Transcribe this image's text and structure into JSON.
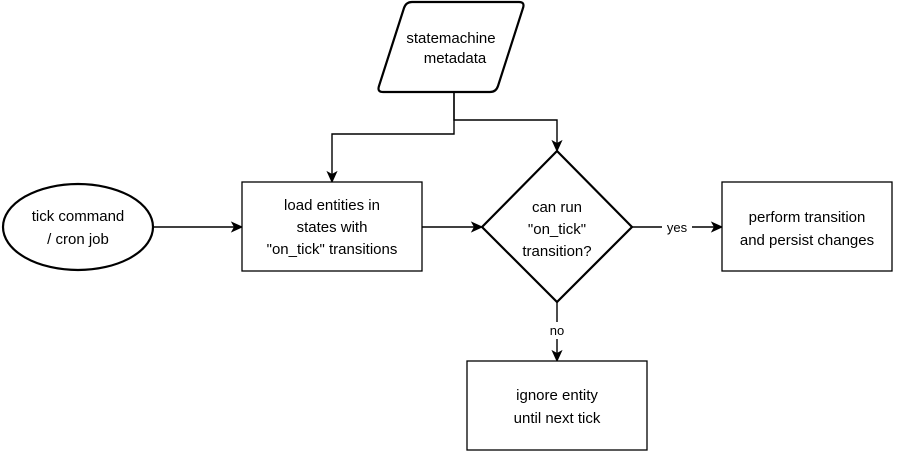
{
  "nodes": {
    "metadata": {
      "line1": "statemachine",
      "line2": "metadata"
    },
    "tick": {
      "line1": "tick command",
      "line2": "/ cron job"
    },
    "load": {
      "line1": "load entities in",
      "line2": "states with",
      "line3": "\"on_tick\" transitions"
    },
    "decision": {
      "line1": "can run",
      "line2": "\"on_tick\"",
      "line3": "transition?"
    },
    "perform": {
      "line1": "perform transition",
      "line2": "and persist changes"
    },
    "ignore": {
      "line1": "ignore entity",
      "line2": "until next tick"
    }
  },
  "edges": {
    "yes_label": "yes",
    "no_label": "no"
  }
}
